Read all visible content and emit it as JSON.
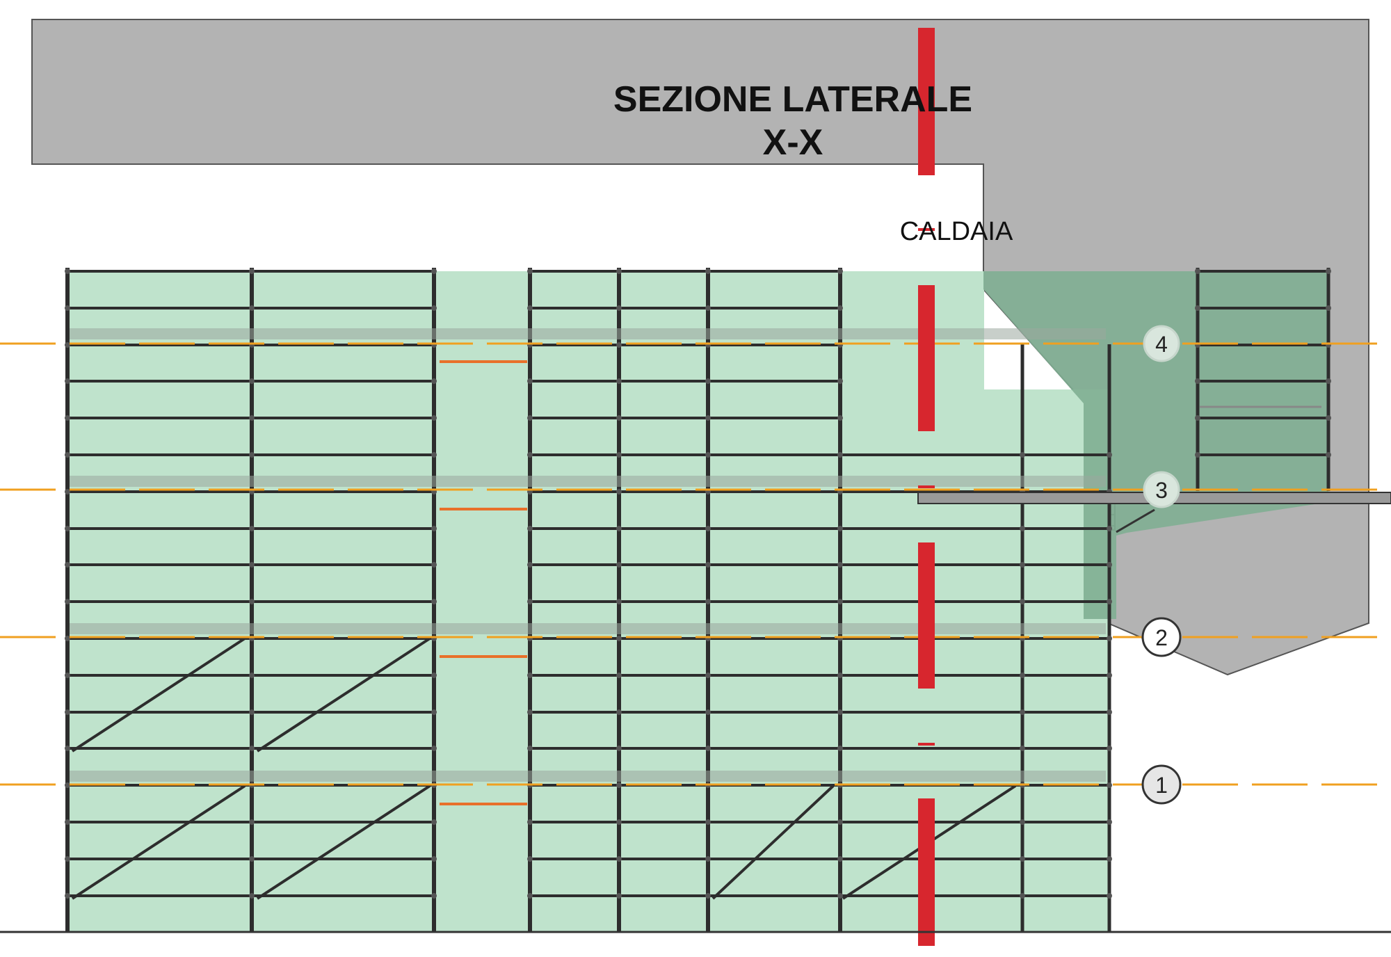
{
  "drawing": {
    "title_line1": "SEZIONE LATERALE",
    "title_line2": "X-X",
    "boiler_label": "CALDAIA"
  },
  "level_markers": [
    {
      "id": "1",
      "label": "1"
    },
    {
      "id": "2",
      "label": "2"
    },
    {
      "id": "3",
      "label": "3"
    },
    {
      "id": "4",
      "label": "4"
    }
  ],
  "colors": {
    "background": "#ffffff",
    "boiler_body": "#b3b3b3",
    "scaffold_fill": "#bfe3cc",
    "scaffold_fill_dark": "#7fae92",
    "scaffold_tube": "#2d2d2d",
    "section_line": "#d7262e",
    "level_line": "#f0a020",
    "connector_line": "#e8702a"
  },
  "icons": [
    "level-marker-circle-icon"
  ]
}
